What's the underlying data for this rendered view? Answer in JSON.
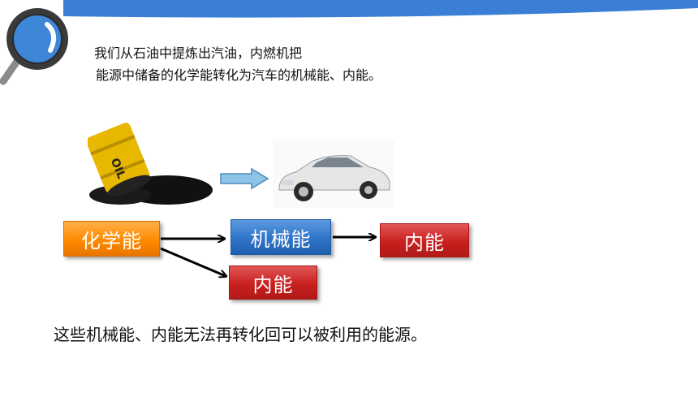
{
  "intro": {
    "line1": "我们从石油中提炼出汽油，内燃机把",
    "line2": "能源中储备的化学能转化为汽车的机械能、内能。"
  },
  "diagram": {
    "chemical_energy": "化学能",
    "mechanical_energy": "机械能",
    "internal_energy_right": "内能",
    "internal_energy_lower": "内能",
    "oil_barrel_label": "OIL"
  },
  "conclusion": "这些机械能、内能无法再转化回可以被利用的能源。",
  "colors": {
    "banner": "#3a7fd5",
    "chemical_box": "#ff8a00",
    "mechanical_box": "#2f73c8",
    "internal_box": "#c8201e",
    "hollow_arrow": "#8ec4e6"
  },
  "icons": [
    "magnifier-icon",
    "oil-barrel-image",
    "car-image",
    "hollow-arrow-icon"
  ]
}
